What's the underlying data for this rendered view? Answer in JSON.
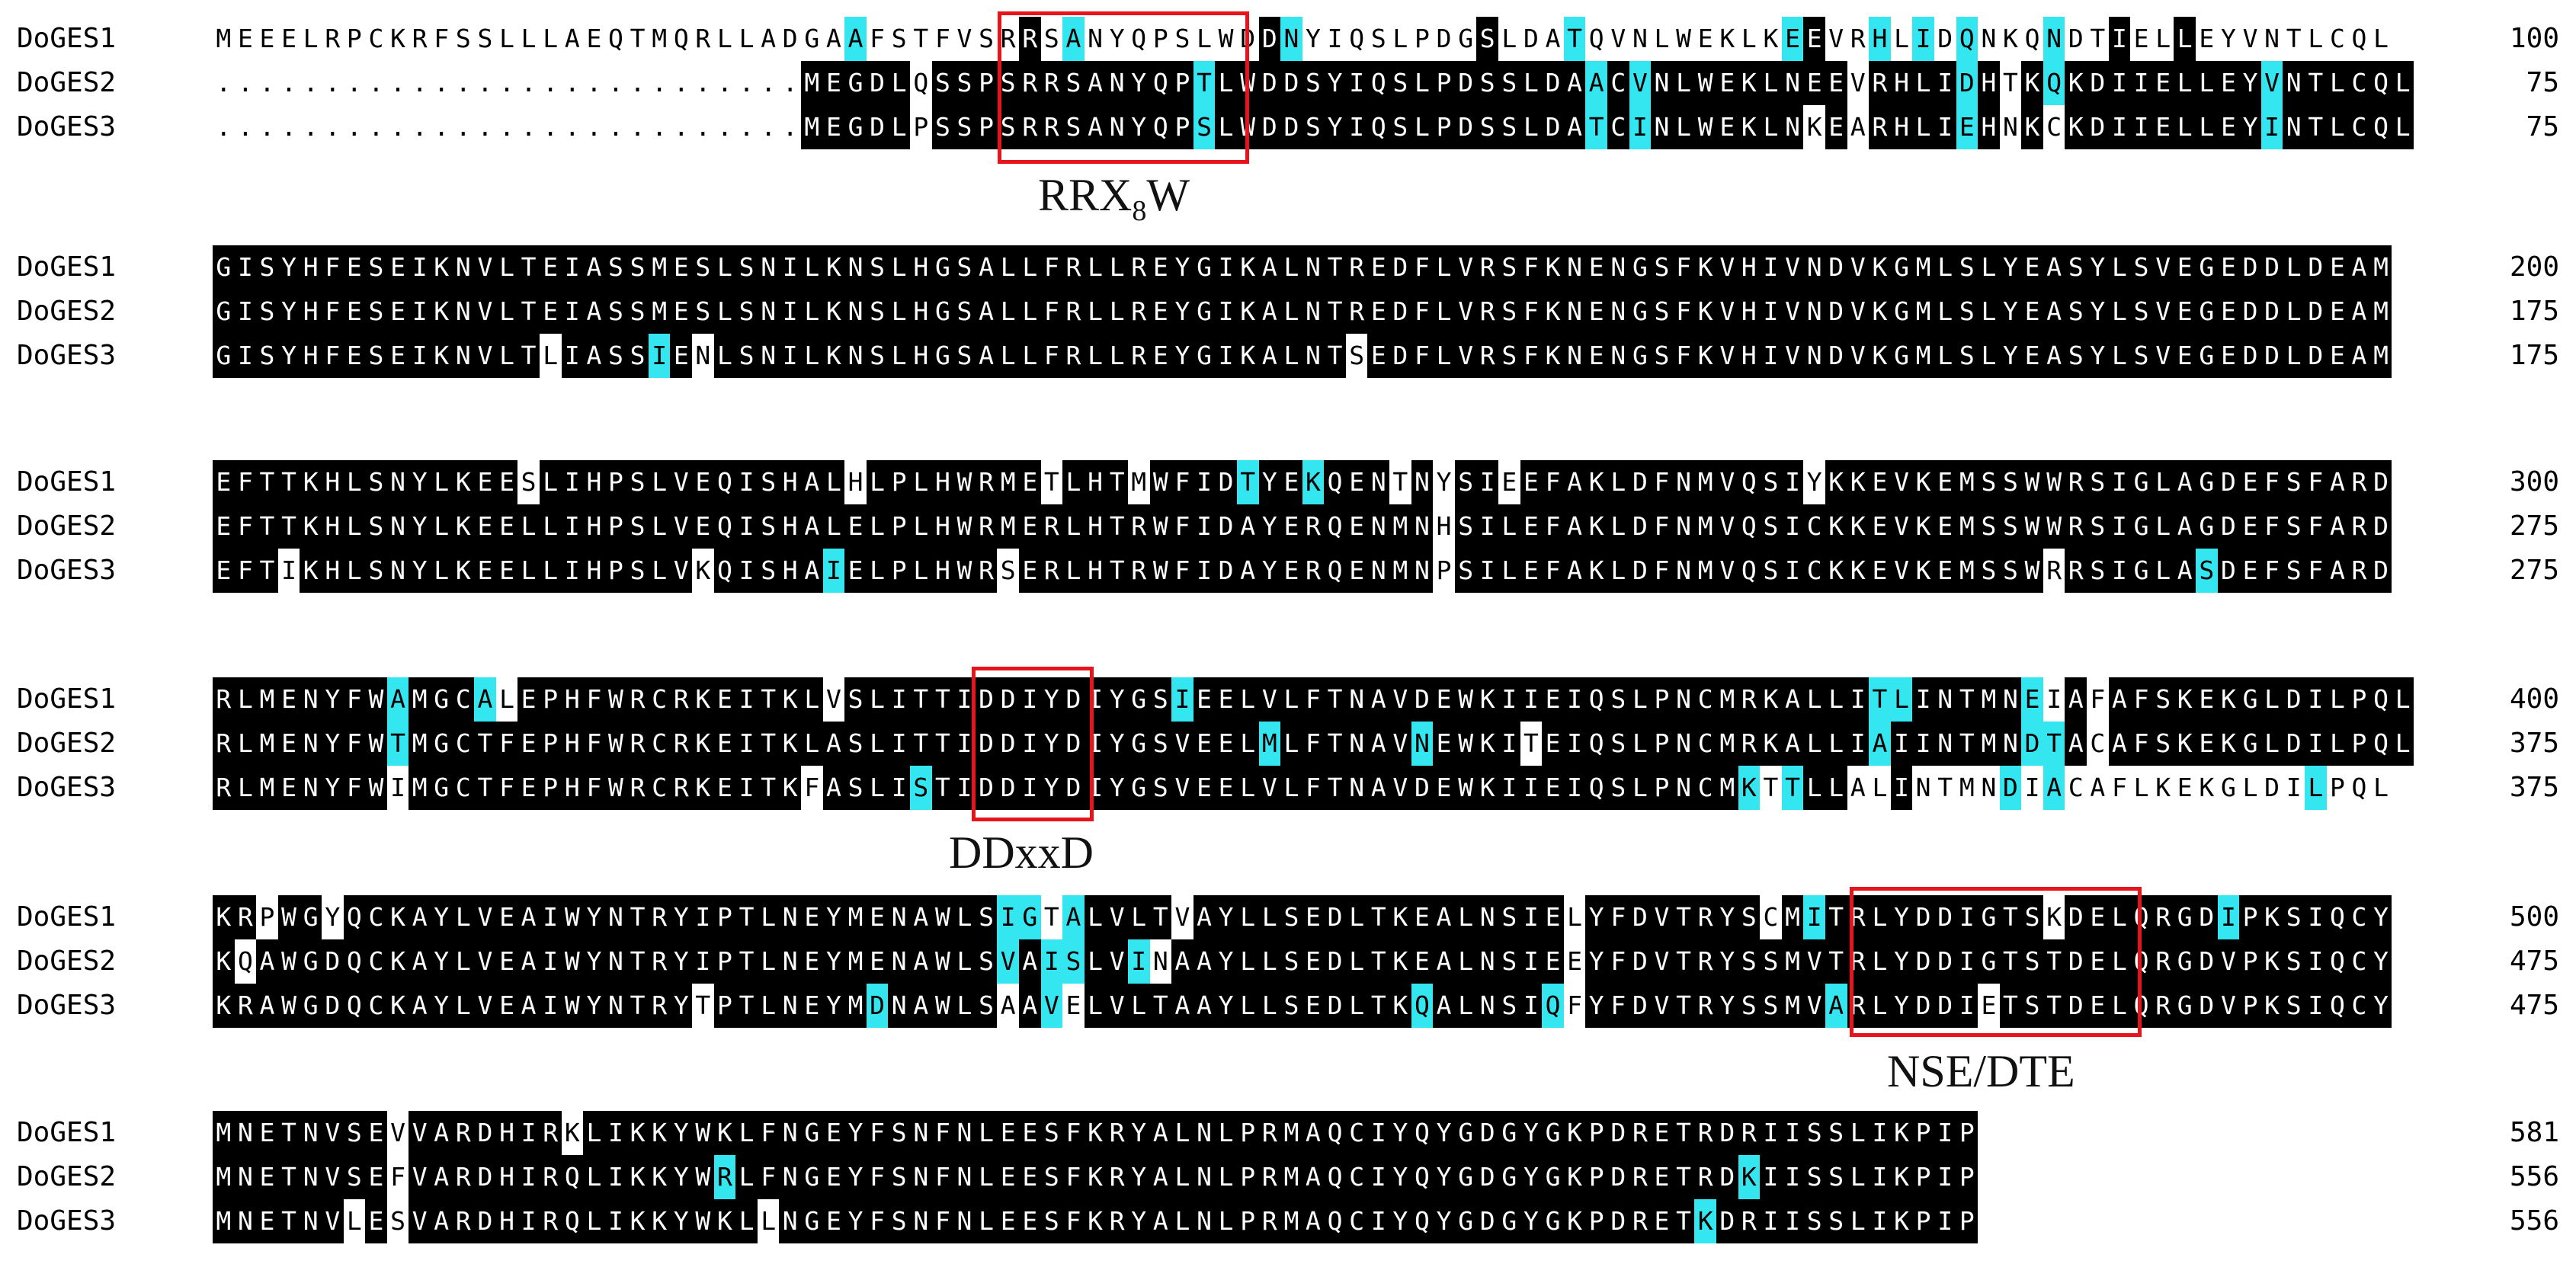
{
  "blocks": [
    {
      "rows": [
        {
          "name": "DoGES1",
          "seq": "MEEELRPCKRFSSLLLAEQTMQRLLADGAAFSTFVSRRSANYQPSLWDDNYIQSLPDGSLDATQVNLWEKLKEEVRHLIDQNKQNDTIELLEYVNTLCQL",
          "end": "100"
        },
        {
          "name": "DoGES2",
          "seq": "...........................MEGDLQSSPSRRSANYQPTLWDDSYIQSLPDSSLDAACVNLWEKLNEEVRHLIDHTKQKDIIELLEYVNTLCQL",
          "end": "75"
        },
        {
          "name": "DoGES3",
          "seq": "...........................MEGDLPSSPSRRSANYQPSLWDDSYIQSLPDSSLDATCINLWEKLNKEARHLIEHNKCKDIIELLEYINTLCQL",
          "end": "75"
        }
      ]
    },
    {
      "rows": [
        {
          "name": "DoGES1",
          "seq": "GISYHFESEIKNVLTEIASSMESLSNILKNSLHGSALLFRLLREYGIKALNTREDFLVRSFKNENGSFKVHIVNDVKGMLSLYEASYLSVEGEDDLDEAM",
          "end": "200"
        },
        {
          "name": "DoGES2",
          "seq": "GISYHFESEIKNVLTEIASSMESLSNILKNSLHGSALLFRLLREYGIKALNTREDFLVRSFKNENGSFKVHIVNDVKGMLSLYEASYLSVEGEDDLDEAM",
          "end": "175"
        },
        {
          "name": "DoGES3",
          "seq": "GISYHFESEIKNVLTLIASSIENLSNILKNSLHGSALLFRLLREYGIKALNTSEDFLVRSFKNENGSFKVHIVNDVKGMLSLYEASYLSVEGEDDLDEAM",
          "end": "175"
        }
      ]
    },
    {
      "rows": [
        {
          "name": "DoGES1",
          "seq": "EFTTKHLSNYLKEESLIHPSLVEQISHALHLPLHWRMETLHTMWFIDTYEKQENTNYSIEEFAKLDFNMVQSIYKKEVKEMSSWWRSIGLAGDEFSFARD",
          "end": "300"
        },
        {
          "name": "DoGES2",
          "seq": "EFTTKHLSNYLKEELLIHPSLVEQISHALELPLHWRMERLHTRWFIDAYERQENMNHSILEFAKLDFNMVQSICKKEVKEMSSWWRSIGLAGDEFSFARD",
          "end": "275"
        },
        {
          "name": "DoGES3",
          "seq": "EFTIKHLSNYLKEELLIHPSLVKQISHAIELPLHWRSERLHTRWFIDAYERQENMNPSILEFAKLDFNMVQSICKKEVKEMSSWRRSIGLASDEFSFARD",
          "end": "275"
        }
      ]
    },
    {
      "rows": [
        {
          "name": "DoGES1",
          "seq": "RLMENYFWAMGCALEPHFWRCRKEITKLVSLITTIDDIYDIYGSIEELVLFTNAVDEWKIIEIQSLPNCMRKALLITLINTMNEIAFAFSKEKGLDILPQL",
          "end": "400"
        },
        {
          "name": "DoGES2",
          "seq": "RLMENYFWTMGCTFEPHFWRCRKEITKLASLITTIDDIYDIYGSVEELMLFTNAVNEWKITEIQSLPNCMRKALLIAIINTMNDTACAFSKEKGLDILPQL",
          "end": "375"
        },
        {
          "name": "DoGES3",
          "seq": "RLMENYFWIMGCTFEPHFWRCRKEITKFASLISTIDDIYDIYGSVEELVLFTNAVDEWKIIEIQSLPNCMKTTLLALINTMNDIACAFLKEKGLDILPQL",
          "end": "375"
        }
      ]
    },
    {
      "rows": [
        {
          "name": "DoGES1",
          "seq": "KRPWGYQCKAYLVEAIWYNTRYIPTLNEYMENAWLSIGTALVLTVAYLLSEDLTKEALNSIELYFDVTRYSCMITRLYDDIGTSKDELQRGDIPKSIQCY",
          "end": "500"
        },
        {
          "name": "DoGES2",
          "seq": "KQAWGDQCKAYLVEAIWYNTRYIPTLNEYMENAWLSVAISLVINAAYLLSEDLTKEALNSIEEYFDVTRYSSMVTRLYDDIGTSTDELQRGDVPKSIQCY",
          "end": "475"
        },
        {
          "name": "DoGES3",
          "seq": "KRAWGDQCKAYLVEAIWYNTRYTPTLNEYMDNAWLSAAVELVLTAAYLLSEDLTKQALNSIQFYFDVTRYSSMVARLYDDIETSTDELQRGDVPKSIQCY",
          "end": "475"
        }
      ]
    },
    {
      "rows": [
        {
          "name": "DoGES1",
          "seq": "MNETNVSEVVARDHIRKLIKKYWKLFNGEYFSNFNLEESFKRYALNLPRMAQCIYQYGDGYGKPDRETRDRIISSLIKPIP",
          "end": "581"
        },
        {
          "name": "DoGES2",
          "seq": "MNETNVSEFVARDHIRQLIKKYWRLFNGEYFSNFNLEESFKRYALNLPRMAQCIYQYGDGYGKPDRETRDKIISSLIKPIP",
          "end": "556"
        },
        {
          "name": "DoGES3",
          "seq": "MNETNVLESVARDHIRQLIKKYWKLLNGEYFSNFNLEESFKRYALNLPRMAQCIYQYGDGYGKPDRETKDRIISSLIKPIP",
          "end": "556"
        }
      ]
    }
  ],
  "motifs": [
    {
      "label": "RRX",
      "sub": "8",
      "tail": "W"
    },
    {
      "label": "DDxxD",
      "sub": "",
      "tail": ""
    },
    {
      "label": "NSE/DTE",
      "sub": "",
      "tail": ""
    }
  ],
  "colors": {
    "identical": "#000000",
    "similar": "#33e6f0",
    "box": "#e8141b"
  }
}
